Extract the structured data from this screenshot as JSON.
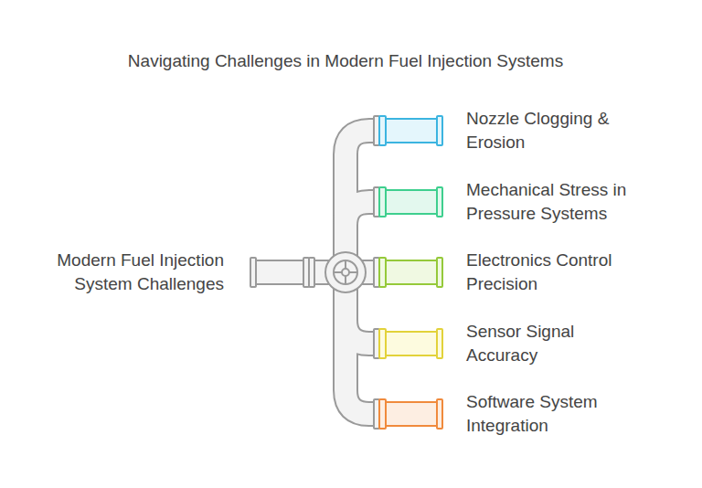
{
  "diagram": {
    "title": "Navigating Challenges in Modern Fuel Injection Systems",
    "nodes": [
      {
        "text": [
          "Modern Fuel Injection System Challenges"
        ]
      },
      {
        "text": [
          "Nozzle Clogging & Erosion"
        ]
      },
      {
        "text": [
          "Mechanical Stress in Pressure Systems"
        ]
      },
      {
        "text": [
          "Electronics Control Precision"
        ]
      },
      {
        "text": [
          "Sensor Signal Accuracy"
        ]
      },
      {
        "text": [
          "Software System Integration"
        ]
      }
    ],
    "edges": [
      {
        "from": 0,
        "to": 1,
        "arrow": "none"
      },
      {
        "from": 0,
        "to": 2,
        "arrow": "none"
      },
      {
        "from": 0,
        "to": 3,
        "arrow": "none"
      },
      {
        "from": 0,
        "to": 4,
        "arrow": "none"
      },
      {
        "from": 0,
        "to": 5,
        "arrow": "none"
      }
    ]
  }
}
